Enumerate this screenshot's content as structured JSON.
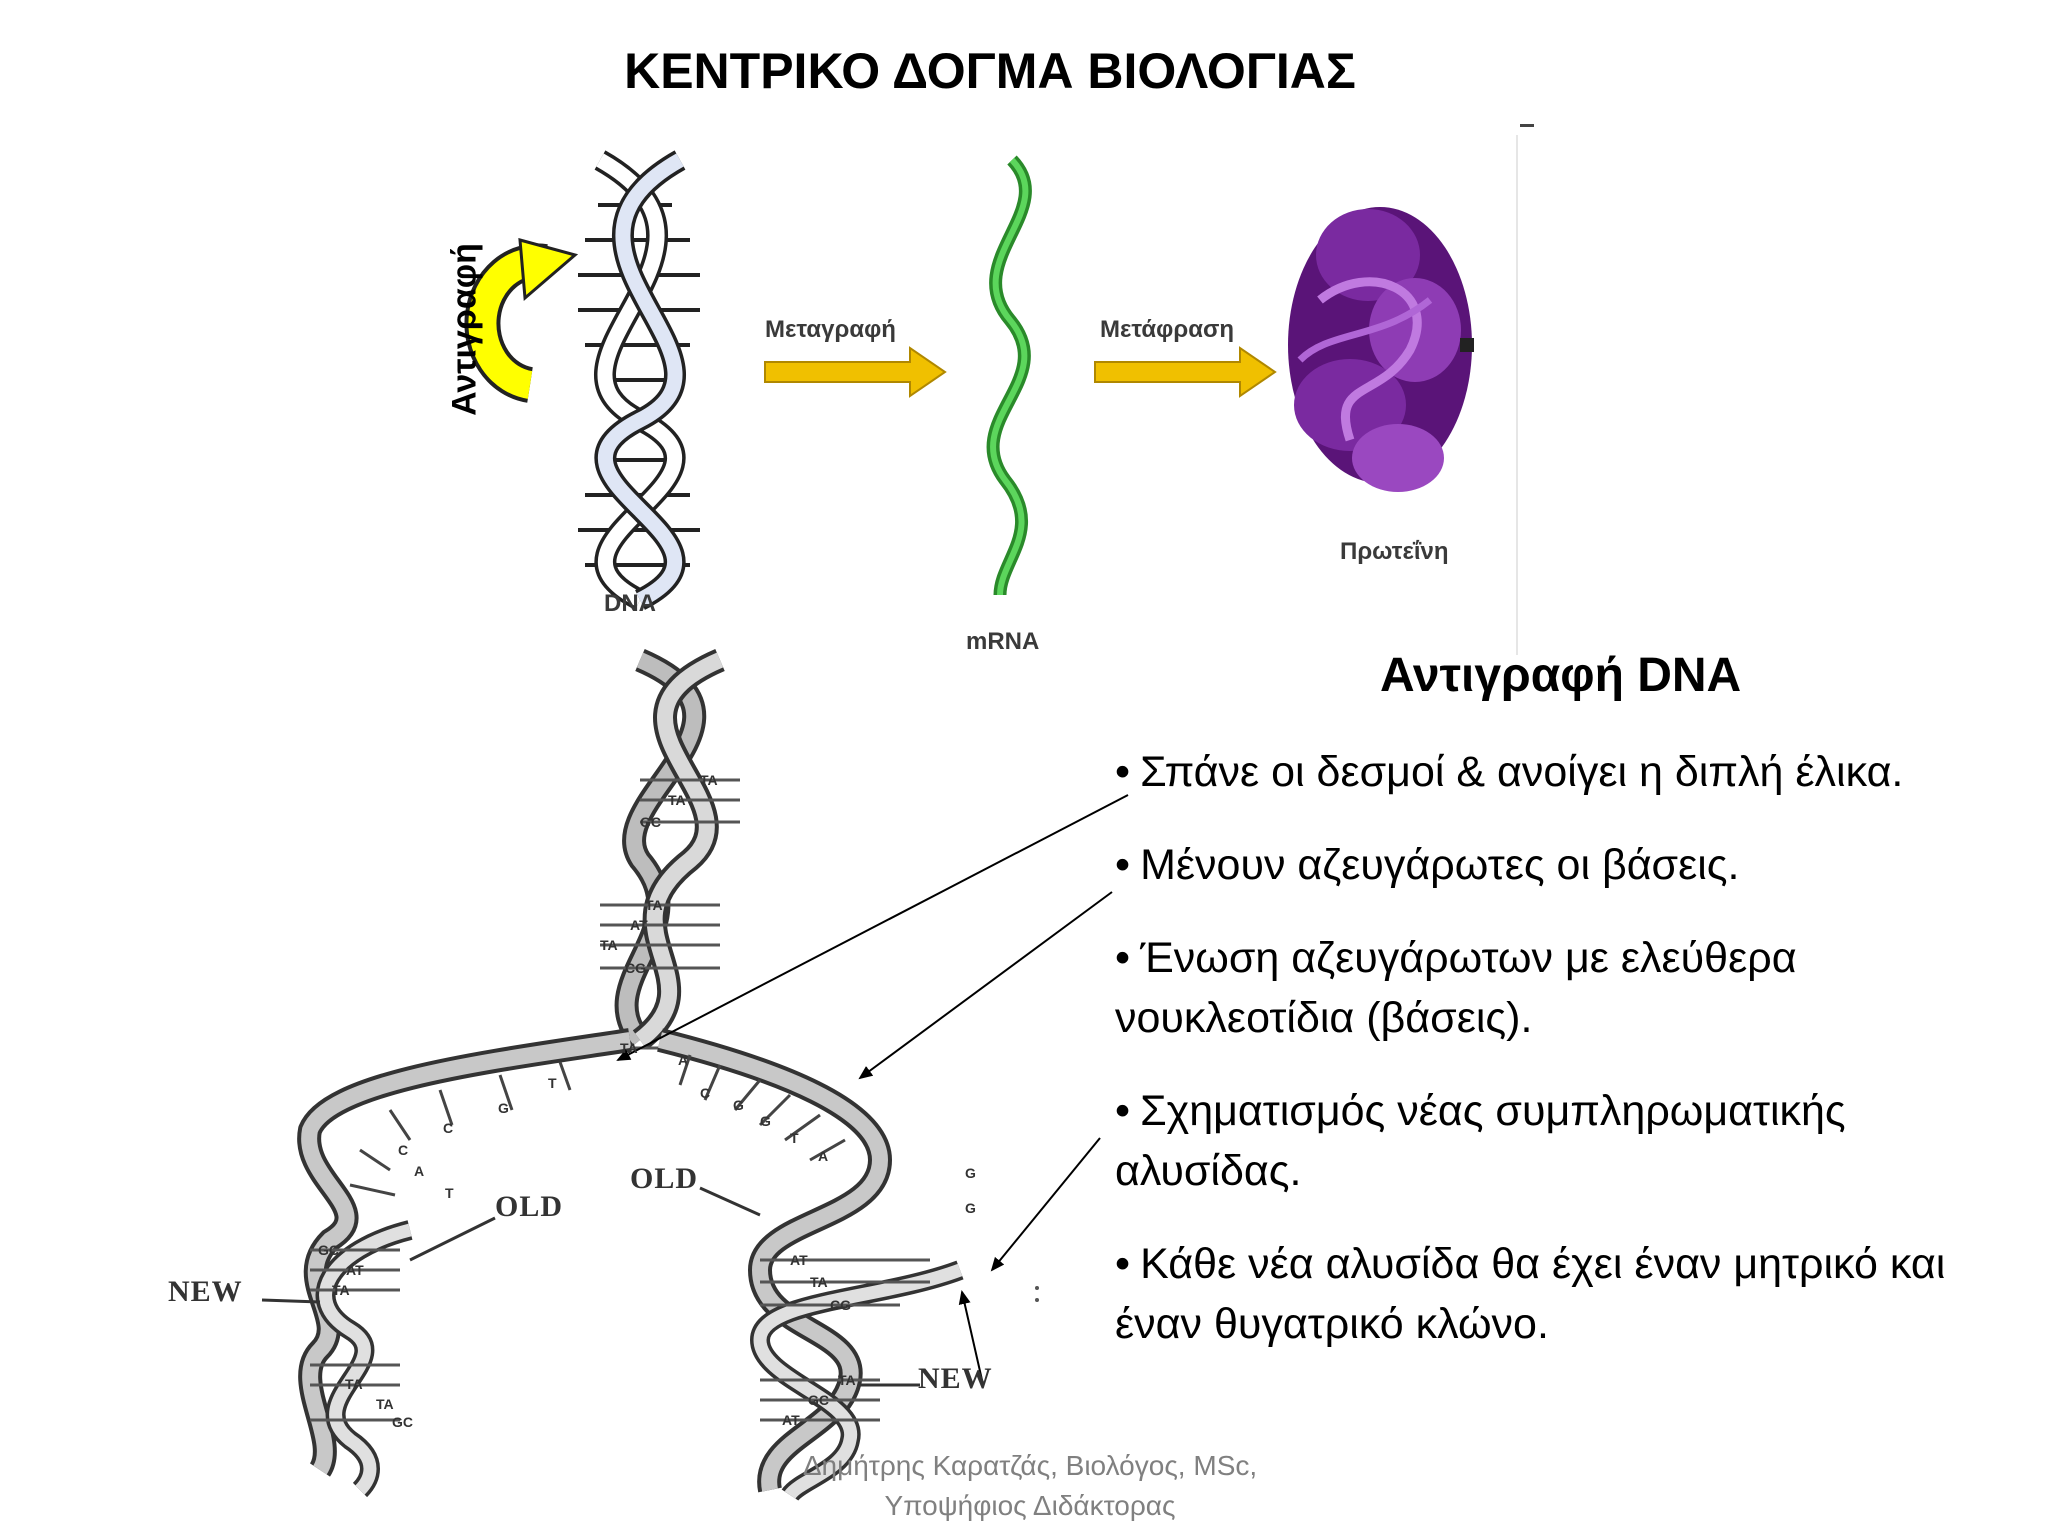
{
  "slide": {
    "title": "ΚΕΝΤΡΙΚΟ ΔΟΓΜΑ ΒΙΟΛΟΓΙΑΣ"
  },
  "central_dogma": {
    "replication_label": "Αντιγραφή",
    "transcription_label": "Μεταγραφή",
    "translation_label": "Μετάφραση",
    "dna_label": "DNA",
    "mrna_label": "mRNA",
    "protein_label": "Πρωτεΐνη",
    "colors": {
      "replication_arrow": "#ffff00",
      "process_arrow": "#f0c000",
      "mrna": "#3cb43c",
      "protein": "#6a1b8a"
    }
  },
  "replication_diagram": {
    "old_left": "OLD",
    "old_right": "OLD",
    "new_left": "NEW",
    "new_right": "NEW",
    "base_pairs_top": [
      "TA",
      "TA",
      "GC",
      "TA",
      "AT",
      "TA",
      "CG",
      "TA"
    ],
    "left_bases": [
      "T",
      "G",
      "C",
      "C",
      "A",
      "T"
    ],
    "right_bases": [
      "A",
      "C",
      "G",
      "G",
      "T",
      "A",
      "G",
      "G"
    ],
    "lower_pairs_left": [
      "GC",
      "AT",
      "TA",
      "TA",
      "TA",
      "GC"
    ],
    "lower_pairs_right": [
      "AT",
      "TA",
      "CG",
      "TA",
      "GC",
      "AT"
    ]
  },
  "replication_text": {
    "heading": "Αντιγραφή DNA",
    "bullets": [
      "Σπάνε οι δεσμοί & ανοίγει η διπλή έλικα.",
      "Μένουν αζευγάρωτες οι βάσεις.",
      "Ένωση αζευγάρωτων με ελεύθερα νουκλεοτίδια (βάσεις).",
      "Σχηματισμός νέας συμπληρωματικής αλυσίδας.",
      "Κάθε νέα αλυσίδα θα έχει έναν μητρικό και έναν θυγατρικό κλώνο."
    ]
  },
  "footer": {
    "line1": "Δημήτρης Καρατζάς, Βιολόγος, MSc,",
    "line2": "Υποψήφιος Διδάκτορας"
  }
}
